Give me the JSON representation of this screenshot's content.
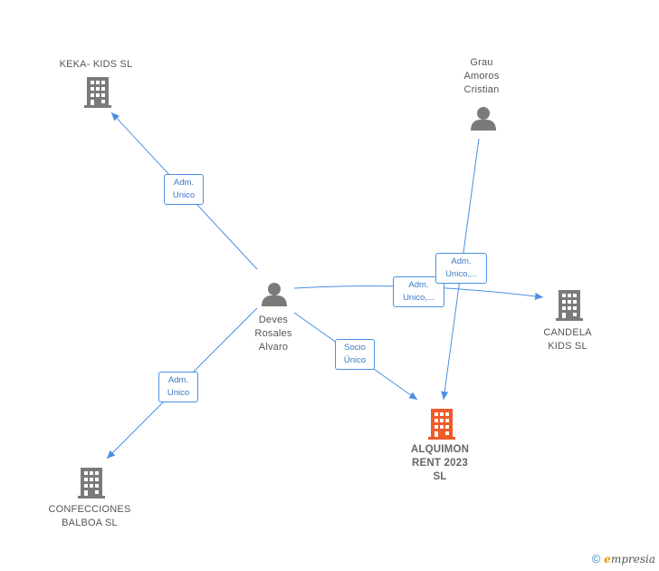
{
  "colors": {
    "edge": "#4a90e2",
    "company": "#7a7a7a",
    "focus_company": "#f05a28",
    "person": "#7a7a7a"
  },
  "nodes": {
    "keka": {
      "label": "KEKA- KIDS  SL",
      "icon": "building-icon"
    },
    "grau": {
      "label": "Grau\nAmoros\nCristian",
      "icon": "person-icon"
    },
    "deves": {
      "label": "Deves\nRosales\nAlvaro",
      "icon": "person-icon"
    },
    "candela": {
      "label": "CANDELA\nKIDS  SL",
      "icon": "building-icon"
    },
    "alquimon": {
      "label": "ALQUIMON\nRENT 2023\nSL",
      "icon": "building-icon"
    },
    "confecciones": {
      "label": "CONFECCIONES\nBALBOA  SL",
      "icon": "building-icon"
    }
  },
  "edges": {
    "deves_keka": "Adm.\nUnico",
    "deves_confecciones": "Adm.\nUnico",
    "deves_alquimon": "Socio\nÚnico",
    "deves_candela": "Adm.\nUnico,...",
    "grau_alquimon": "Adm.\nUnico,..."
  },
  "brand": {
    "copyright": "©",
    "initial": "e",
    "name": "mpresia"
  }
}
